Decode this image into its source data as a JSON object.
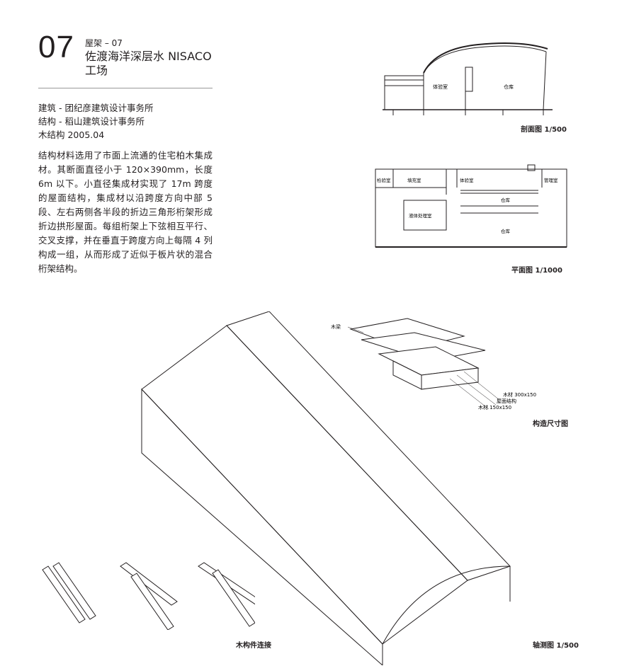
{
  "header": {
    "number": "07",
    "subtitle": "屋架 – 07",
    "title": "佐渡海洋深层水 NISACO 工场"
  },
  "credits": {
    "architect": "建筑 - 团纪彦建筑设计事务所",
    "structure": "结构 - 稻山建筑设计事务所",
    "timber": "木结构 2005.04"
  },
  "body": "结构材料选用了市面上流通的住宅柏木集成材。其断面直径小于 120×390mm，长度 6m 以下。小直径集成材实现了 17m 跨度的屋面结构，集成材以沿跨度方向中部 5 段、左右两侧各半段的折边三角形桁架形成折边拱形屋面。每组桁架上下弦相互平行、交叉支撑，并在垂直于跨度方向上每隔 4 列构成一组，从而形成了近似于板片状的混合桁架结构。",
  "section": {
    "caption": "剖面图  1/500",
    "rooms": [
      "体验室",
      "仓库"
    ]
  },
  "plan": {
    "caption": "平面图  1/1000",
    "rooms": [
      "检验室",
      "填充室",
      "体验室",
      "管理室",
      "仓库",
      "液体处理室",
      "仓库"
    ]
  },
  "detail": {
    "caption": "构造尺寸图",
    "labels": [
      "木梁",
      "木材 300x150",
      "屋面结构",
      "木材 150x150"
    ]
  },
  "joints": {
    "caption": "木构件连接"
  },
  "axon": {
    "caption": "轴测图  1/500"
  }
}
